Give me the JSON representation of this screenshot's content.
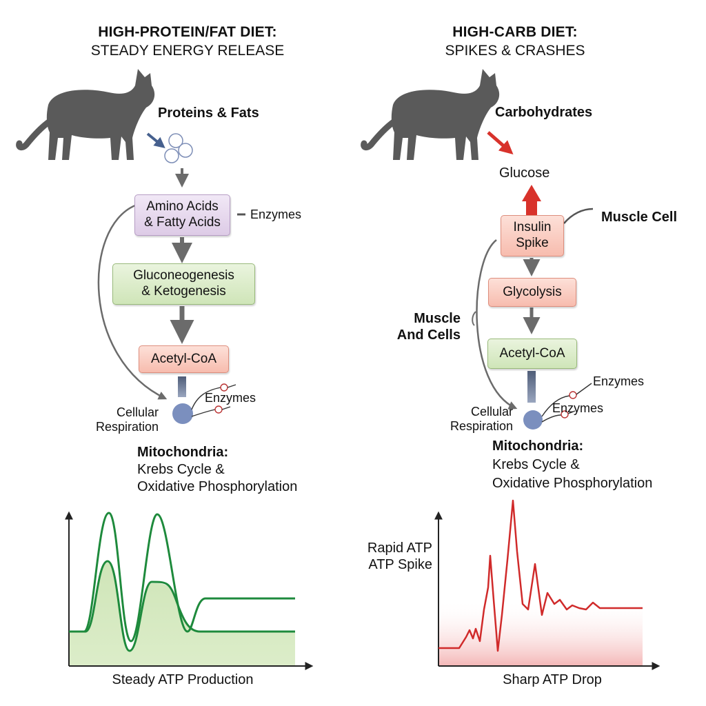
{
  "left": {
    "title": "HIGH-PROTEIN/FAT DIET:",
    "subtitle": "STEADY ENERGY RELEASE",
    "input_label": "Proteins & Fats",
    "box1": [
      "Amino Acids",
      "& Fatty Acids"
    ],
    "enzymes_side": "Enzymes",
    "box2": [
      "Gluconeogenesis",
      "& Ketogenesis"
    ],
    "box3": "Acetyl-CoA",
    "enzymes_mito": "Enzymes",
    "cellular": [
      "Cellular",
      "Respiration"
    ],
    "mito_title": "Mitochondria:",
    "mito_lines": [
      "Krebs Cycle &",
      "Oxidative Phosphorylation"
    ],
    "graph_caption": "Steady ATP Production",
    "line_color": "#1e8a3c",
    "fill_color": "#cfe5b8"
  },
  "right": {
    "title": "HIGH-CARB DIET:",
    "subtitle": "SPIKES & CRASHES",
    "input_label": "Carbohydrates",
    "glucose": "Glucose",
    "muscle_cell": "Muscle Cell",
    "box1": [
      "Insulin",
      "Spike"
    ],
    "box2": "Glycolysis",
    "muscle_and_cells": [
      "Muscle",
      "And Cells"
    ],
    "box3": "Acetyl-CoA",
    "enzymes_a": "Enzymes",
    "enzymes_b": "Enzymes",
    "cellular": [
      "Cellular",
      "Respiration"
    ],
    "mito_title": "Mitochondria:",
    "mito_lines": [
      "Krebs Cycle &",
      "Oxidative Phosphorylation"
    ],
    "graph_side": [
      "Rapid ATP",
      "ATP Spike"
    ],
    "graph_caption": "Sharp ATP Drop",
    "line_color": "#d02a2a",
    "fill_color": "#f6c4c4"
  },
  "colors": {
    "cat": "#5a5a5a",
    "arrow_gray": "#6b6b6b",
    "arrow_red": "#d8322b",
    "arrow_blue": "#46608e",
    "mito_blue": "#7b8fbe"
  }
}
